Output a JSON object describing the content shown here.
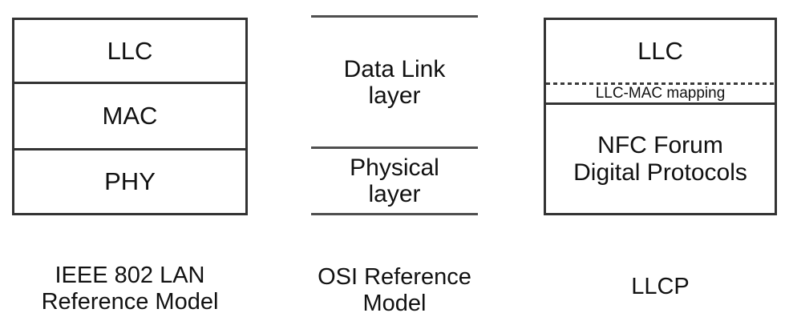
{
  "colors": {
    "background": "#ffffff",
    "text": "#111111",
    "box_border": "#333333",
    "osi_line": "#4f4f4f"
  },
  "diagram": {
    "ieee": {
      "layers": [
        "LLC",
        "MAC",
        "PHY"
      ],
      "caption": [
        "IEEE 802 LAN",
        "Reference Model"
      ]
    },
    "osi": {
      "data_link": [
        "Data Link",
        "layer"
      ],
      "physical": [
        "Physical",
        "layer"
      ],
      "caption": [
        "OSI Reference",
        "Model"
      ]
    },
    "llcp": {
      "llc": "LLC",
      "mapping_label": "LLC-MAC mapping",
      "nfc": [
        "NFC Forum",
        "Digital Protocols"
      ],
      "caption": "LLCP"
    }
  }
}
